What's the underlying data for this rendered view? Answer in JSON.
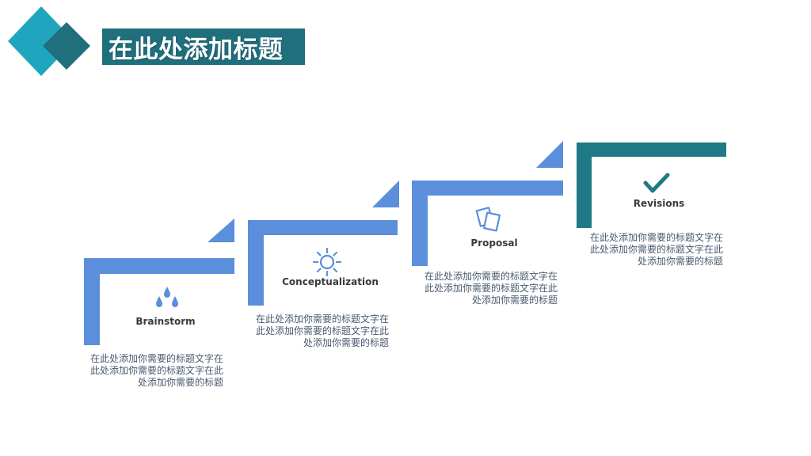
{
  "header": {
    "title": "在此处添加标题"
  },
  "steps": [
    {
      "label": "Brainstorm",
      "icon": "water-drops-icon",
      "description": "在此处添加你需要的标题文字在\n此处添加你需要的标题文字在此\n处添加你需要的标题",
      "color": "#5B8FDB"
    },
    {
      "label": "Conceptualization",
      "icon": "sun-icon",
      "description": "在此处添加你需要的标题文字在\n此处添加你需要的标题文字在此\n处添加你需要的标题",
      "color": "#5B8FDB"
    },
    {
      "label": "Proposal",
      "icon": "documents-icon",
      "description": "在此处添加你需要的标题文字在\n此处添加你需要的标题文字在此\n处添加你需要的标题",
      "color": "#5B8FDB"
    },
    {
      "label": "Revisions",
      "icon": "checkmark-icon",
      "description": "在此处添加你需要的标题文字在\n此处添加你需要的标题文字在此\n处添加你需要的标题",
      "color": "#1F7A85"
    }
  ],
  "colors": {
    "accent_dark": "#1F6F7D",
    "accent_light": "#1FA6BE",
    "step_blue": "#5B8FDB",
    "step_teal": "#1F7A85"
  }
}
